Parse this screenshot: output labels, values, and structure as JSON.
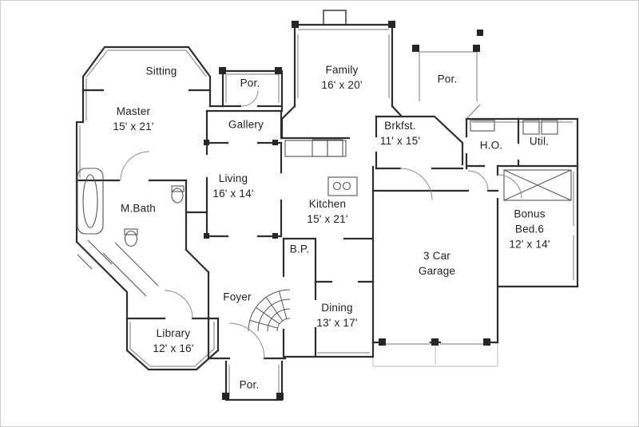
{
  "palette": {
    "background": "#ffffff",
    "border": "#cfcfcf",
    "wall_line": "#2e2e2e",
    "detail_line": "#6f6f6f",
    "text": "#1f1f1f"
  },
  "rooms": {
    "sitting": {
      "label": "Sitting"
    },
    "master": {
      "label": "Master",
      "dims": "15' x 21'"
    },
    "porch_upper_left": {
      "label": "Por."
    },
    "family": {
      "label": "Family",
      "dims": "16' x 20'"
    },
    "porch_upper_right": {
      "label": "Por."
    },
    "gallery": {
      "label": "Gallery"
    },
    "breakfast": {
      "label": "Brkfst.",
      "dims": "11' x 15'"
    },
    "home_office": {
      "label": "H.O."
    },
    "utility": {
      "label": "Util."
    },
    "living": {
      "label": "Living",
      "dims": "16' x 14'"
    },
    "master_bath": {
      "label": "M.Bath"
    },
    "kitchen": {
      "label": "Kitchen",
      "dims": "15' x 21'"
    },
    "bonus_bedroom": {
      "label": "Bonus",
      "label2": "Bed.6",
      "dims": "12' x 14'"
    },
    "butlers_pantry": {
      "label": "B.P."
    },
    "garage": {
      "label": "3 Car",
      "label2": "Garage"
    },
    "foyer": {
      "label": "Foyer"
    },
    "dining": {
      "label": "Dining",
      "dims": "13' x 17'"
    },
    "library": {
      "label": "Library",
      "dims": "12' x 16'"
    },
    "porch_lower": {
      "label": "Por."
    }
  }
}
